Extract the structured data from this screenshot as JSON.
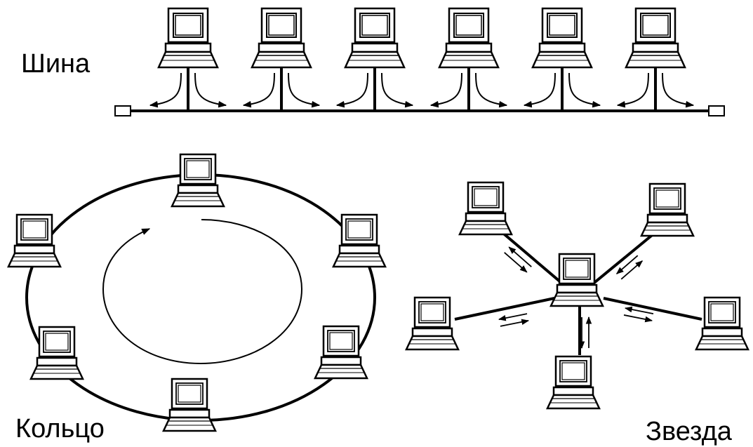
{
  "labels": {
    "bus": "Шина",
    "ring": "Кольцо",
    "star": "Звезда"
  },
  "colors": {
    "stroke": "#000000",
    "fill": "#ffffff"
  },
  "icons": {
    "node": "computer-icon",
    "terminator": "terminator-icon",
    "flow": "arrow-icon"
  }
}
